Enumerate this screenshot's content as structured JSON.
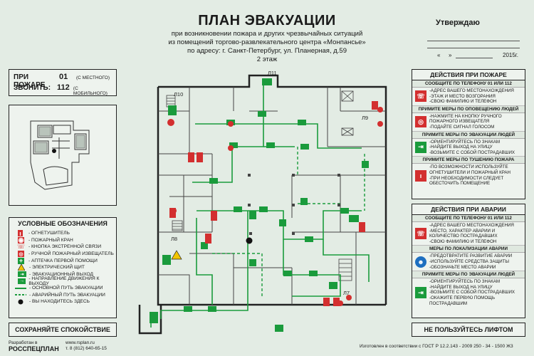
{
  "header": {
    "title": "ПЛАН ЭВАКУАЦИИ",
    "subtitle_lines": [
      "при возникновении пожара и других чрезвычайных ситуаций",
      "из помещений торгово-развлекательного центра «Монпансье»",
      "по адресу: г. Санкт-Петербург, ул. Планерная, д.59",
      "2 этаж"
    ],
    "approve": "Утверждаю",
    "date_quote_open": "«",
    "date_quote_close": "»",
    "date_year": "2015г."
  },
  "fire_box": {
    "row1_label": "ПРИ ПОЖАРЕ",
    "row1_number": "01",
    "row1_note": "(С МЕСТНОГО)",
    "row2_label": "ЗВОНИТЬ:",
    "row2_number": "112",
    "row2_note": "(С МОБИЛЬНОГО)"
  },
  "legend": {
    "title": "УСЛОВНЫЕ ОБОЗНАЧЕНИЯ",
    "items": [
      {
        "label": "- ОГНЕТУШИТЕЛЬ",
        "symbol": "extinguisher-icon"
      },
      {
        "label": "- ПОЖАРНЫЙ КРАН",
        "symbol": "fire-hose-icon"
      },
      {
        "label": "- КНОПКА ЭКСТРЕННОЙ СВЯЗИ",
        "symbol": "emergency-phone-icon"
      },
      {
        "label": "- РУЧНОЙ ПОЖАРНЫЙ ИЗВЕЩАТЕЛЬ",
        "symbol": "alarm-button-icon"
      },
      {
        "label": "- АПТЕЧКА ПЕРВОЙ ПОМОЩИ",
        "symbol": "first-aid-icon"
      },
      {
        "label": "- ЭЛЕКТРИЧЕСКИЙ ЩИТ",
        "symbol": "electric-panel-icon"
      },
      {
        "label": "- ЭВАКУАЦИОННЫЙ ВЫХОД",
        "symbol": "exit-icon"
      },
      {
        "label": "- НАПРАВЛЕНИЕ ДВИЖЕНИЯ К ВЫХОДУ",
        "symbol": "direction-icon"
      },
      {
        "label": "- ОСНОВНОЙ ПУТЬ ЭВАКУАЦИИ",
        "symbol": "main-route-line"
      },
      {
        "label": "- АВАРИЙНЫЙ ПУТЬ ЭВАКУАЦИИ",
        "symbol": "emergency-route-line"
      },
      {
        "label": "- ВЫ НАХОДИТЕСЬ ЗДЕСЬ",
        "symbol": "you-are-here-dot"
      }
    ]
  },
  "footer": {
    "calm": "СОХРАНЯЙТЕ СПОКОЙСТВИЕ",
    "dev_label": "Разработан в",
    "dev_name": "РОССПЕЦПЛАН",
    "site": "www.rsplan.ru",
    "phone": "т. 8 (812) 640-65-15",
    "gost": "Изготовлен в соответствии с ГОСТ Р 12.2.143 - 2009 250 - 34 - 1500 Ж3",
    "no_lift": "НЕ ПОЛЬЗУЙТЕСЬ ЛИФТОМ"
  },
  "fire_actions": {
    "title": "ДЕЙСТВИЯ ПРИ ПОЖАРЕ",
    "sections": [
      {
        "head": "СООБЩИТЕ ПО ТЕЛЕФОНУ 01 ИЛИ 112",
        "icon": "phone-icon",
        "lines": [
          "-АДРЕС ВАШЕГО МЕСТОНАХОЖДЕНИЯ",
          "-ЭТАЖ И МЕСТО ВОЗГОРАНИЯ",
          "-СВОЮ ФАМИЛИЮ И ТЕЛЕФОН"
        ]
      },
      {
        "head": "ПРИМИТЕ МЕРЫ ПО ОПОВЕЩЕНИЮ ЛЮДЕЙ",
        "icon": "alarm-button-icon",
        "lines": [
          "-НАЖМИТЕ НА КНОПКУ РУЧНОГО",
          "ПОЖАРНОГО ИЗВЕЩАТЕЛЯ",
          "-ПОДАЙТЕ СИГНАЛ ГОЛОСОМ"
        ]
      },
      {
        "head": "ПРИМИТЕ МЕРЫ ПО ЭВАКУАЦИИ ЛЮДЕЙ",
        "icon": "exit-icon",
        "lines": [
          "-ОРИЕНТИРУЙТЕСЬ ПО ЗНАКАМ",
          "-НАЙДИТЕ ВЫХОД НА УЛИЦУ",
          "-ВОЗЬМИТЕ С СОБОЙ ПОСТРАДАВШИХ"
        ]
      },
      {
        "head": "ПРИМИТЕ МЕРЫ ПО ТУШЕНИЮ ПОЖАРА",
        "icon": "extinguisher-icon",
        "lines": [
          "-ПО ВОЗМОЖНОСТИ ИСПОЛЬЗУЙТЕ",
          "ОГНЕТУШИТЕЛИ И ПОЖАРНЫЙ КРАН",
          "-ПРИ НЕОБХОДИМОСТИ СЛЕДУЕТ",
          "ОБЕСТОЧИТЬ ПОМЕЩЕНИЕ"
        ]
      }
    ]
  },
  "accident_actions": {
    "title": "ДЕЙСТВИЯ ПРИ АВАРИИ",
    "sections": [
      {
        "head": "СООБЩИТЕ ПО ТЕЛЕФОНУ 01 ИЛИ 112",
        "icon": "phone-icon",
        "lines": [
          "-АДРЕС ВАШЕГО МЕСТОНАХОЖДЕНИЯ",
          "-МЕСТО, ХАРАКТЕР АВАРИИ И",
          "КОЛИЧЕСТВО ПОСТРАДАВШИХ",
          "-СВОЮ ФАМИЛИЮ И ТЕЛЕФОН"
        ]
      },
      {
        "head": "МЕРЫ ПО ЛОКАЛИЗАЦИИ АВАРИИ",
        "icon": "protective-gear-icon",
        "lines": [
          "-ПРЕДОТВРАТИТЕ РАЗВИТИЕ АВАРИИ",
          "-ИСПОЛЬЗУЙТЕ СРЕДСТВА ЗАЩИТЫ",
          "-ОБОЗНАЧЬТЕ МЕСТО АВАРИИ"
        ]
      },
      {
        "head": "ПРИМИТЕ МЕРЫ ПО ЭВАКУАЦИИ ЛЮДЕЙ",
        "icon": "exit-icon",
        "lines": [
          "-ОРИЕНТИРУЙТЕСЬ ПО ЗНАКАМ",
          "-НАЙДИТЕ ВЫХОД НА УЛИЦУ",
          "-ВОЗЬМИТЕ С СОБОЙ ПОСТРАДАВШИХ",
          "-ОКАЖИТЕ ПЕРВУЮ ПОМОЩЬ",
          "ПОСТРАДАВШИМ"
        ]
      }
    ]
  },
  "plan": {
    "room_labels": [
      "Л11",
      "Л10",
      "Л9",
      "Л8",
      "Л7"
    ]
  },
  "colors": {
    "route_green": "#1a9b3c",
    "sign_red": "#d32f2f",
    "background": "#e3ece4"
  }
}
